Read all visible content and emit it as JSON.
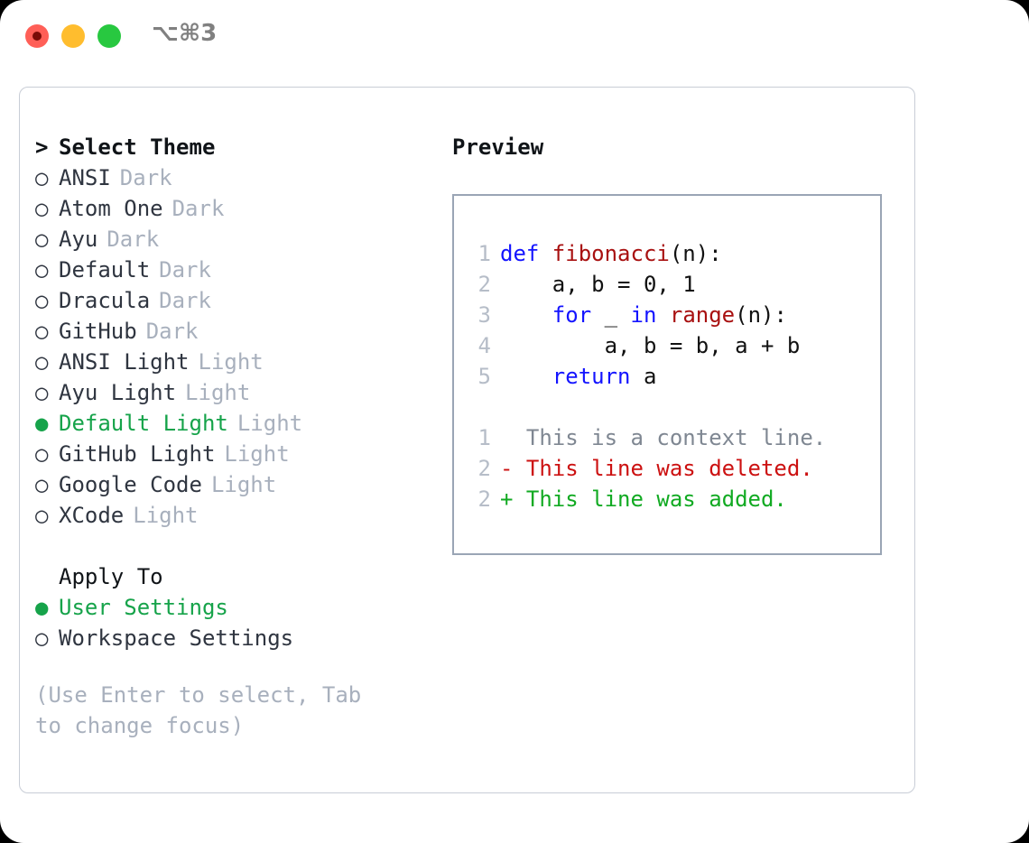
{
  "titlebar": {
    "shortcut_label": "⌥⌘3",
    "buttons": [
      {
        "name": "close",
        "color": "#ff5f57"
      },
      {
        "name": "minimize",
        "color": "#ffbd2e"
      },
      {
        "name": "maximize",
        "color": "#28c840"
      }
    ]
  },
  "theme_panel": {
    "header_marker": ">",
    "header": "Select Theme",
    "items": [
      {
        "marker": "○",
        "label": "ANSI",
        "tag": "Dark",
        "selected": false
      },
      {
        "marker": "○",
        "label": "Atom One",
        "tag": "Dark",
        "selected": false
      },
      {
        "marker": "○",
        "label": "Ayu",
        "tag": "Dark",
        "selected": false
      },
      {
        "marker": "○",
        "label": "Default",
        "tag": "Dark",
        "selected": false
      },
      {
        "marker": "○",
        "label": "Dracula",
        "tag": "Dark",
        "selected": false
      },
      {
        "marker": "○",
        "label": "GitHub",
        "tag": "Dark",
        "selected": false
      },
      {
        "marker": "○",
        "label": "ANSI Light",
        "tag": "Light",
        "selected": false
      },
      {
        "marker": "○",
        "label": "Ayu Light",
        "tag": "Light",
        "selected": false
      },
      {
        "marker": "●",
        "label": "Default Light",
        "tag": "Light",
        "selected": true
      },
      {
        "marker": "○",
        "label": "GitHub Light",
        "tag": "Light",
        "selected": false
      },
      {
        "marker": "○",
        "label": "Google Code",
        "tag": "Light",
        "selected": false
      },
      {
        "marker": "○",
        "label": "XCode",
        "tag": "Light",
        "selected": false
      }
    ]
  },
  "apply_to": {
    "header": "Apply To",
    "options": [
      {
        "marker": "●",
        "label": "User Settings",
        "selected": true
      },
      {
        "marker": "○",
        "label": "Workspace Settings",
        "selected": false
      }
    ]
  },
  "hint": "(Use Enter to select, Tab to change focus)",
  "preview": {
    "title": "Preview",
    "code_lines": [
      {
        "lno": "1",
        "tokens": [
          {
            "t": "def ",
            "c": "kw"
          },
          {
            "t": "fibonacci",
            "c": "fn"
          },
          {
            "t": "(n):",
            "c": "pl"
          }
        ]
      },
      {
        "lno": "2",
        "tokens": [
          {
            "t": "    a, b = 0, 1",
            "c": "pl"
          }
        ]
      },
      {
        "lno": "3",
        "tokens": [
          {
            "t": "    ",
            "c": "pl"
          },
          {
            "t": "for",
            "c": "kw"
          },
          {
            "t": " _ ",
            "c": "pl"
          },
          {
            "t": "in ",
            "c": "kw"
          },
          {
            "t": "range",
            "c": "fn"
          },
          {
            "t": "(n):",
            "c": "pl"
          }
        ]
      },
      {
        "lno": "4",
        "tokens": [
          {
            "t": "        a, b = b, a + b",
            "c": "pl"
          }
        ]
      },
      {
        "lno": "5",
        "tokens": [
          {
            "t": "    ",
            "c": "pl"
          },
          {
            "t": "return",
            "c": "kw"
          },
          {
            "t": " a",
            "c": "pl"
          }
        ]
      }
    ],
    "diff_lines": [
      {
        "lno": "1",
        "tokens": [
          {
            "t": "  This is a context line.",
            "c": "ctx"
          }
        ]
      },
      {
        "lno": "2",
        "tokens": [
          {
            "t": "- This line was deleted.",
            "c": "del"
          }
        ]
      },
      {
        "lno": "2",
        "tokens": [
          {
            "t": "+ This line was added.",
            "c": "add"
          }
        ]
      }
    ]
  },
  "colors": {
    "selected_green": "#16a34a",
    "tag_gray": "#a8b0bd",
    "keyword_blue": "#1414ff",
    "function_red": "#a81010",
    "diff_deleted": "#cc1111",
    "diff_added": "#11aa22",
    "border": "#9aa5b5"
  }
}
